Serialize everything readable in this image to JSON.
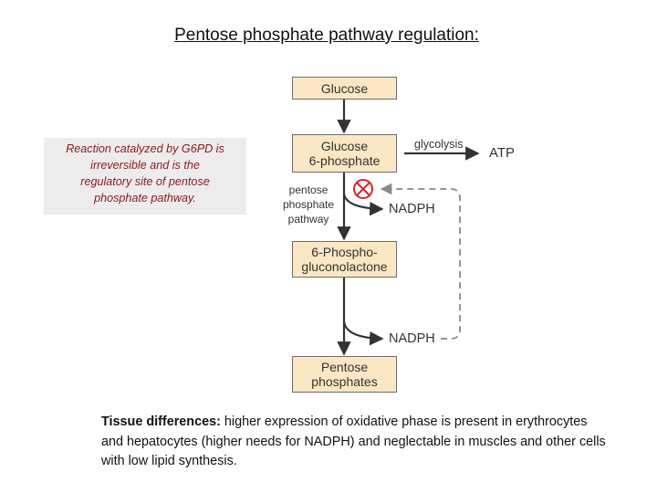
{
  "title": "Pentose phosphate pathway regulation:",
  "note": {
    "lines": [
      "Reaction catalyzed by G6PD is",
      "irreversible and is the",
      "regulatory site of pentose",
      "phosphate pathway."
    ]
  },
  "diagram": {
    "glucose": "Glucose",
    "g6p": [
      "Glucose",
      "6-phosphate"
    ],
    "glycolysis": "glycolysis",
    "atp": "ATP",
    "ppp_label": [
      "pentose",
      "phosphate",
      "pathway"
    ],
    "inhibit_symbol": "⊗",
    "nadph_top": "NADPH",
    "phosphogluconolactone": [
      "6-Phospho-",
      "gluconolactone"
    ],
    "nadph_bottom": "NADPH",
    "pentose_phosphates": [
      "Pentose",
      "phosphates"
    ]
  },
  "footer": {
    "bold": "Tissue differences:",
    "text": " higher expression of oxidative phase is present in erythrocytes and hepatocytes (higher needs for NADPH) and neglectable in muscles and other cells with low lipid synthesis."
  },
  "colors": {
    "box_fill": "#fbe7c3",
    "note_text": "#8b1a1a",
    "inhibit": "#d62828"
  }
}
